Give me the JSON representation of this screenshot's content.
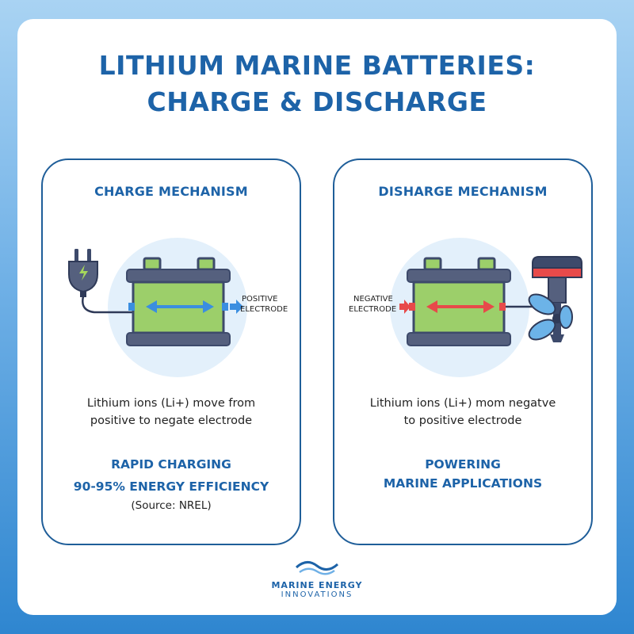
{
  "title": {
    "line1": "LITHIUM MARINE BATTERIES:",
    "line2": "CHARGE & DISCHARGE"
  },
  "left_panel": {
    "heading": "CHARGE MECHANISM",
    "electrode_label_line1": "POSITIVE",
    "electrode_label_line2": "ELECTRODE",
    "description_line1": "Lithium ions (Li+) move from",
    "description_line2": "positive to negate electrode",
    "highlight": "RAPID CHARGING",
    "efficiency": "90-95% ENERGY EFFICIENCY",
    "source": "(Source: NREL)"
  },
  "right_panel": {
    "heading": "DISHARGE MECHANISM",
    "electrode_label_line1": "NEGATIVE",
    "electrode_label_line2": "ELECTRODE",
    "description_line1": "Lithium ions (Li+) mom negatve",
    "description_line2": "to positive electrode",
    "highlight_line1": "POWERING",
    "highlight_line2": "MARINE APPLICATIONS"
  },
  "logo": {
    "line1": "MARINE ENERGY",
    "line2": "INNOVATIONS"
  },
  "colors": {
    "title_blue": "#1d63a8",
    "battery_green": "#9ccf6a",
    "battery_frame": "#3d4a6b",
    "charge_arrow": "#3a8ee0",
    "discharge_arrow": "#e74a4a",
    "halo": "#e3f0fb"
  }
}
